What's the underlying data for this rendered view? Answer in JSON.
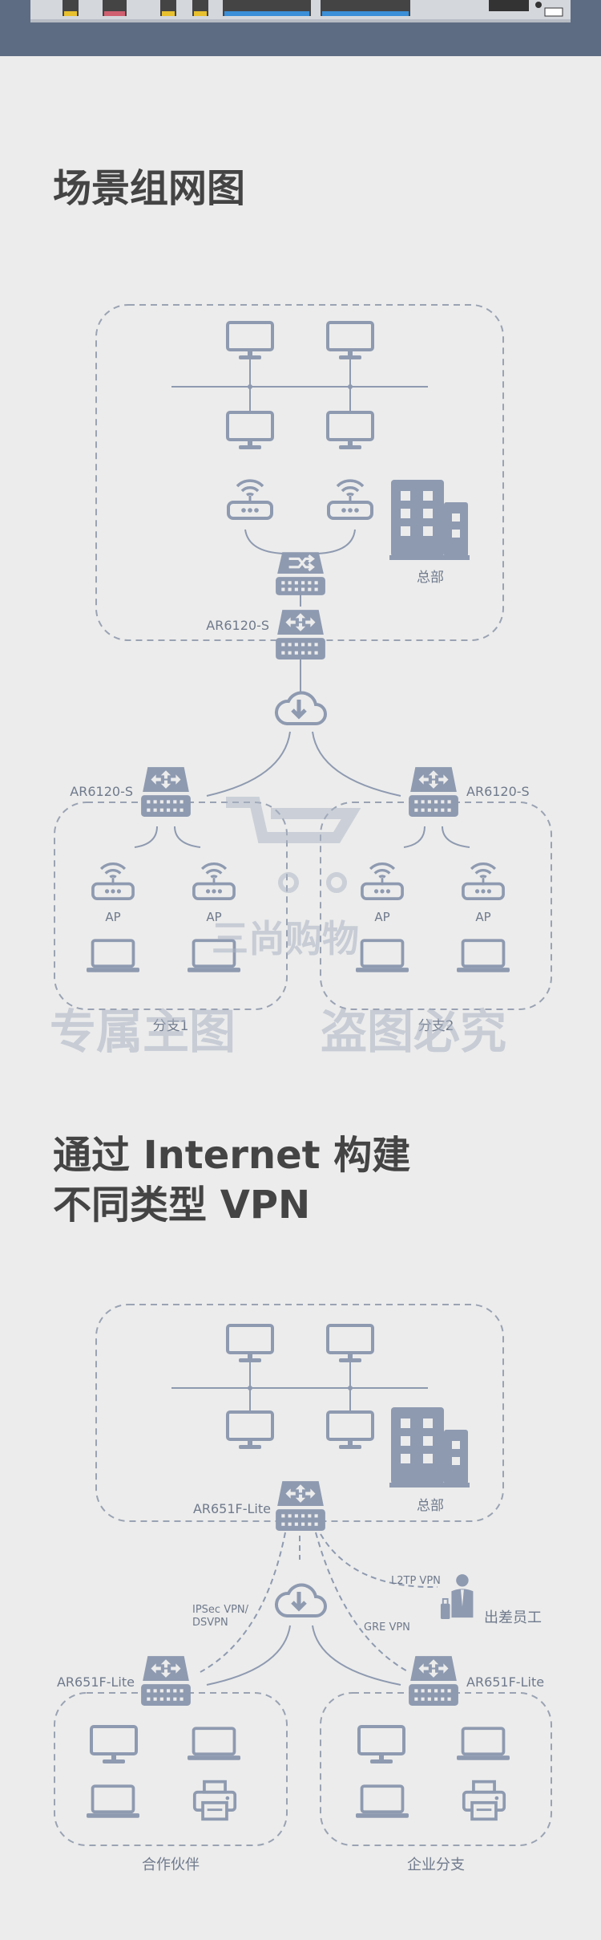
{
  "colors": {
    "background": "#ececec",
    "device": "#8e9ab0",
    "line": "#8e9ab0",
    "heading": "#444444",
    "label": "#6f7a8c",
    "top_band": "#5d6b82"
  },
  "section1": {
    "title": "场景组网图",
    "hq_label": "总部",
    "hq_router_label": "AR6120-S",
    "branch_left_router_label": "AR6120-S",
    "branch_right_router_label": "AR6120-S",
    "ap_labels": [
      "AP",
      "AP",
      "AP",
      "AP"
    ],
    "branch_left_label": "分支1",
    "branch_right_label": "分支2"
  },
  "watermark": {
    "store_name": "三尚购物",
    "left_text": "专属主图",
    "right_text": "盗图必究"
  },
  "section2": {
    "title_line1": "通过 Internet 构建",
    "title_line2": "不同类型 VPN",
    "hq_label": "总部",
    "hq_router_label": "AR651F-Lite",
    "left_router_label": "AR651F-Lite",
    "right_router_label": "AR651F-Lite",
    "vpn_left_label_line1": "IPSec VPN/",
    "vpn_left_label_line2": "DSVPN",
    "l2tp_label": "L2TP VPN",
    "gre_label": "GRE VPN",
    "traveler_label": "出差员工",
    "partner_label": "合作伙伴",
    "branch_label": "企业分支"
  },
  "icons": [
    "monitor-icon",
    "laptop-icon",
    "router-icon",
    "switch-icon",
    "wifi-ap-icon",
    "cloud-icon",
    "building-icon",
    "printer-icon",
    "person-icon"
  ]
}
